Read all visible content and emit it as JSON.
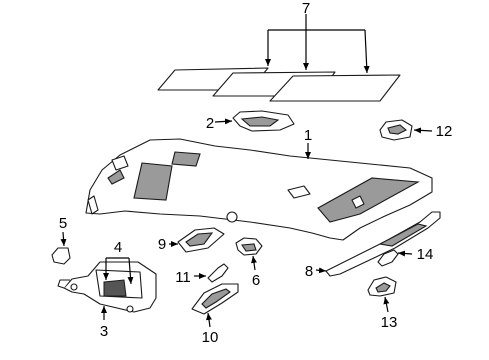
{
  "diagram": {
    "callouts": [
      {
        "id": "1",
        "text": "1"
      },
      {
        "id": "2",
        "text": "2"
      },
      {
        "id": "3",
        "text": "3"
      },
      {
        "id": "4",
        "text": "4"
      },
      {
        "id": "5",
        "text": "5"
      },
      {
        "id": "6",
        "text": "6"
      },
      {
        "id": "7",
        "text": "7"
      },
      {
        "id": "8",
        "text": "8"
      },
      {
        "id": "9",
        "text": "9"
      },
      {
        "id": "10",
        "text": "10"
      },
      {
        "id": "11",
        "text": "11"
      },
      {
        "id": "12",
        "text": "12"
      },
      {
        "id": "13",
        "text": "13"
      },
      {
        "id": "14",
        "text": "14"
      }
    ],
    "colors": {
      "line": "#1a1a1a",
      "fill": "#ffffff",
      "shade": "#9a9a9a",
      "background": "#ffffff"
    }
  }
}
